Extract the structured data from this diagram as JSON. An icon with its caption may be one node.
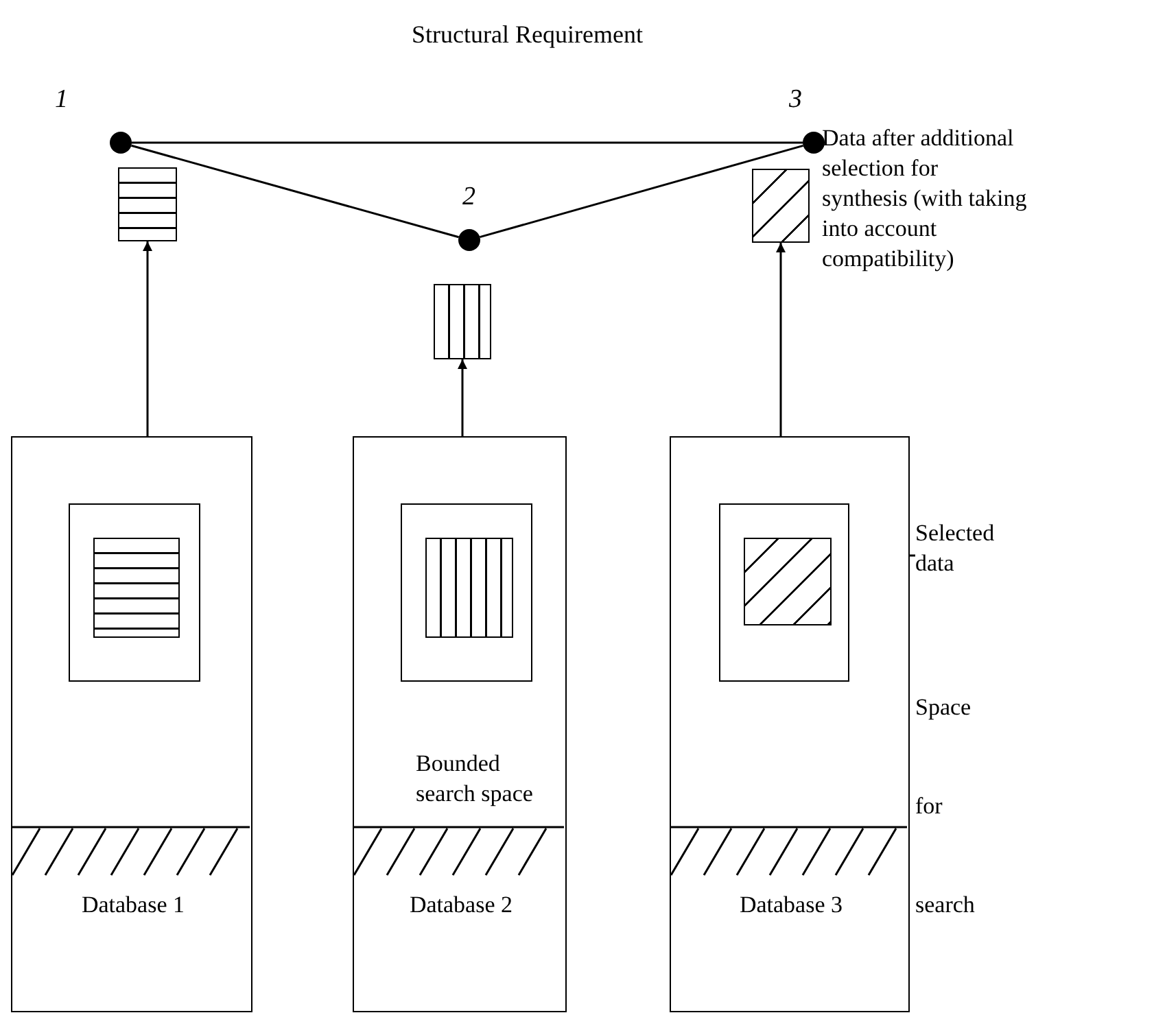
{
  "diagram": {
    "title": "Structural Requirement",
    "nodes": [
      {
        "text": [],
        "shape": "circle",
        "beside": [
          "1"
        ]
      },
      {
        "text": [],
        "shape": "circle",
        "beside": [
          "2"
        ]
      },
      {
        "text": [],
        "shape": "circle",
        "beside": [
          "3"
        ]
      },
      {
        "text": [],
        "shape": "box"
      },
      {
        "text": [],
        "shape": "box"
      },
      {
        "text": [],
        "shape": "box",
        "beside": [
          "Data after additional selection for synthesis (with taking into account compatibility)"
        ]
      },
      {
        "text": [
          "Database 1"
        ]
      },
      {
        "text": [],
        "shape": "box",
        "in": 6
      },
      {
        "text": [],
        "shape": "box",
        "in": 7
      },
      {
        "text": [
          "Database 2"
        ]
      },
      {
        "text": [],
        "shape": "box",
        "in": 9
      },
      {
        "text": [],
        "shape": "box",
        "in": 10
      },
      {
        "text": [
          "Database 3"
        ]
      },
      {
        "text": [],
        "shape": "box",
        "in": 12
      },
      {
        "text": [],
        "shape": "box",
        "in": 13
      },
      {
        "text": [
          "Selected data"
        ]
      }
    ],
    "edges": [
      {
        "from": 0,
        "to": 1,
        "arrow": "none"
      },
      {
        "from": 1,
        "to": 2,
        "arrow": "none"
      },
      {
        "from": 0,
        "to": 2,
        "arrow": "none"
      },
      {
        "from": 8,
        "to": 3,
        "arrow": "to"
      },
      {
        "from": 11,
        "to": 4,
        "arrow": "to"
      },
      {
        "from": 14,
        "to": 5,
        "arrow": "to"
      },
      {
        "from": 15,
        "to": 13,
        "arrow": "none"
      }
    ],
    "labels": [
      "Bounded search space",
      "Space for search"
    ]
  }
}
